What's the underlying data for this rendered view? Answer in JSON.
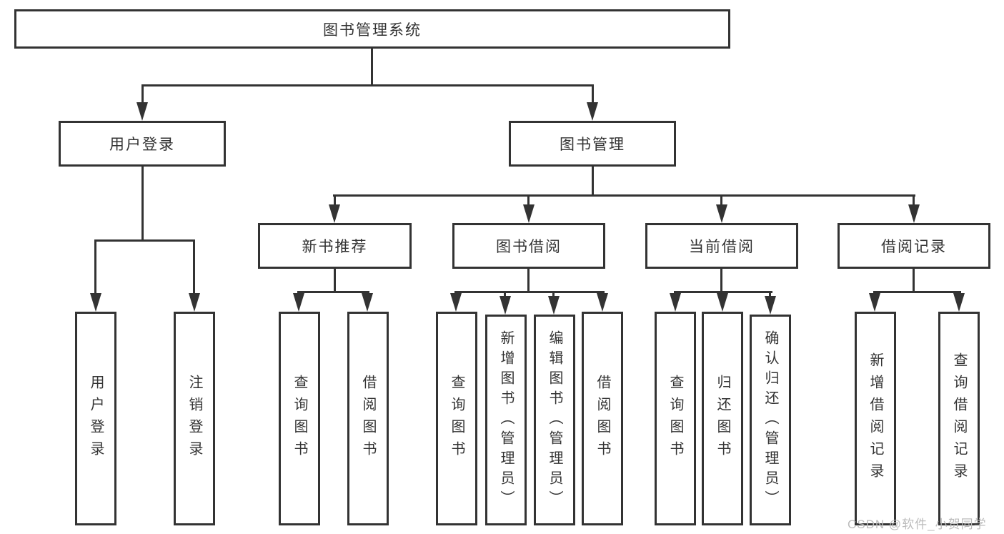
{
  "colors": {
    "line": "#333333",
    "text": "#333333",
    "box_background": "#ffffff",
    "page_background": "#ffffff",
    "watermark": "#bcbcbc"
  },
  "tree": {
    "root": "图书管理系统",
    "branches": [
      {
        "label": "用户登录",
        "children": [
          "用户登录",
          "注销登录"
        ]
      },
      {
        "label": "图书管理",
        "children": [
          {
            "label": "新书推荐",
            "children": [
              "查询图书",
              "借阅图书"
            ]
          },
          {
            "label": "图书借阅",
            "children": [
              "查询图书",
              "新增图书（管理员）",
              "编辑图书（管理员）",
              "借阅图书"
            ]
          },
          {
            "label": "当前借阅",
            "children": [
              "查询图书",
              "归还图书",
              "确认归还（管理员）"
            ]
          },
          {
            "label": "借阅记录",
            "children": [
              "新增借阅记录",
              "查询借阅记录"
            ]
          }
        ]
      }
    ]
  },
  "watermark": "CSDN @软件_小贺同学"
}
